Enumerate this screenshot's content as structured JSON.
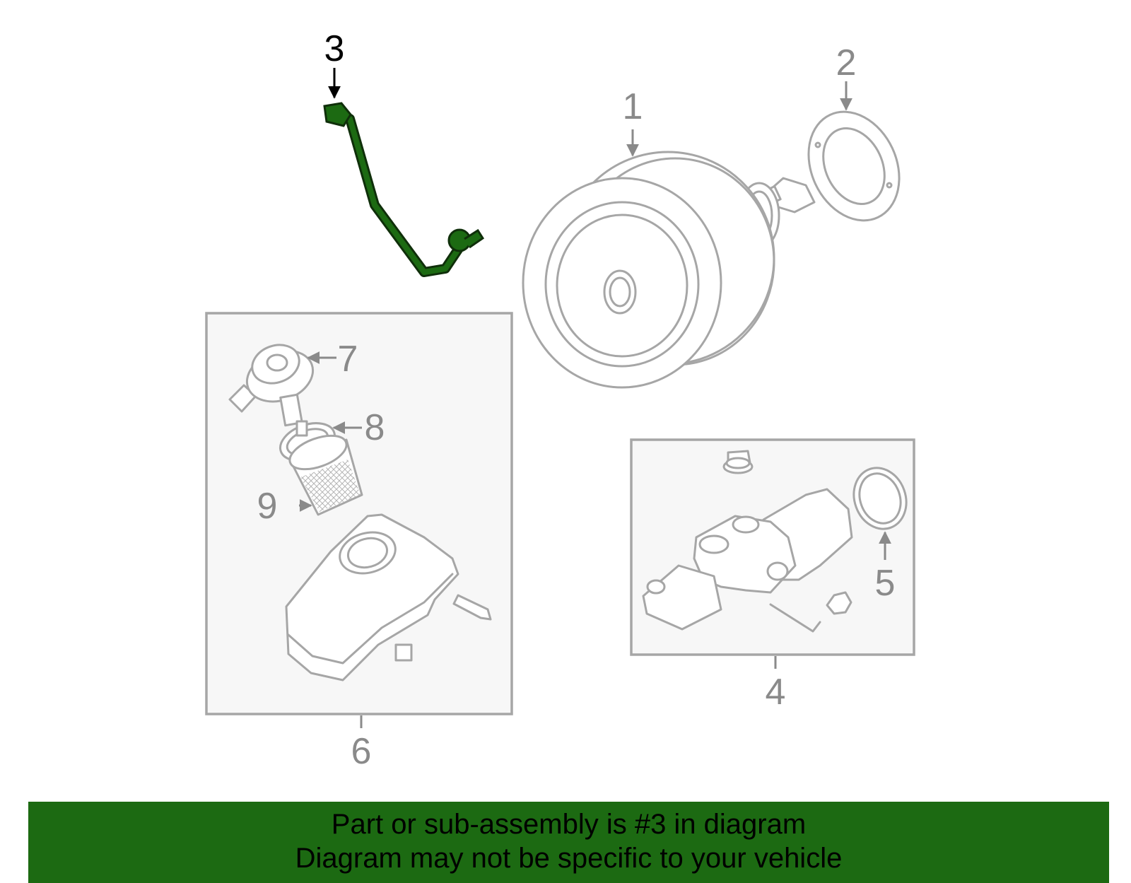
{
  "diagram": {
    "highlighted_part": "3",
    "highlight_color": "#1c6a12",
    "callouts": {
      "c1": "1",
      "c2": "2",
      "c3": "3",
      "c4": "4",
      "c5": "5",
      "c6": "6",
      "c7": "7",
      "c8": "8",
      "c9": "9"
    }
  },
  "banner": {
    "line1": "Part or sub-assembly is #3 in diagram",
    "line2": "Diagram may not be specific to your vehicle",
    "background": "#1c6a12"
  }
}
